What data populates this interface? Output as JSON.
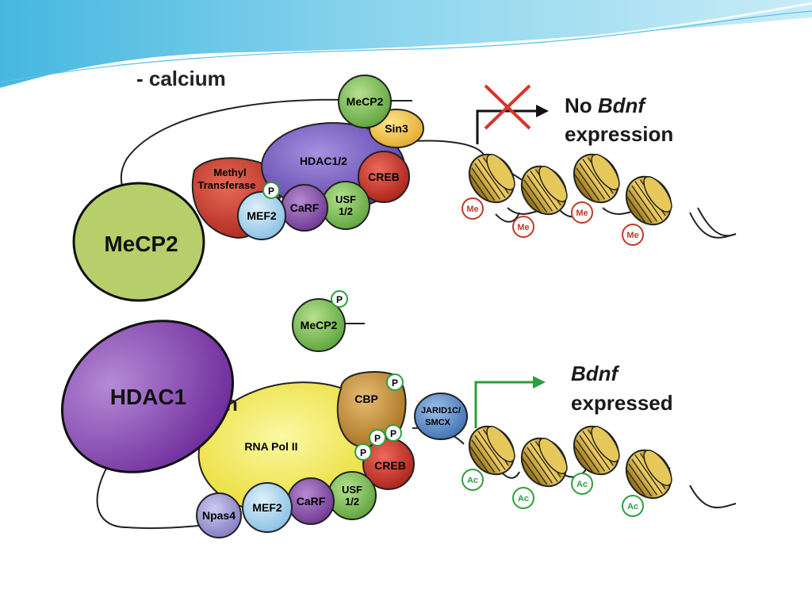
{
  "top_panel": {
    "condition_label": "- calcium",
    "outcome_line1_prefix": "No ",
    "outcome_gene": "Bdnf",
    "outcome_line2": "expression",
    "proteins": {
      "mecp2": "MeCP2",
      "sin3": "Sin3",
      "hdac": "HDAC1/2",
      "creb": "CREB",
      "methyl_line1": "Methyl",
      "methyl_line2": "Transferase",
      "phospho": "P",
      "mef2": "MEF2",
      "carf": "CaRF",
      "usf_line1": "USF",
      "usf_line2": "1/2"
    },
    "mark": "Me"
  },
  "bottom_panel": {
    "condition_label_partial": "n",
    "outcome_gene": "Bdnf",
    "outcome_line2": "expressed",
    "proteins": {
      "mecp2": "MeCP2",
      "phospho": "P",
      "cbp": "CBP",
      "jarid_line1": "JARID1C/",
      "jarid_line2": "SMCX",
      "rnapol": "RNA Pol II",
      "creb": "CREB",
      "usf_line1": "USF",
      "usf_line2": "1/2",
      "carf": "CaRF",
      "mef2": "MEF2",
      "npas4": "Npas4"
    },
    "mark": "Ac"
  },
  "callouts": {
    "mecp2": "MeCP2",
    "hdac1": "HDAC1"
  },
  "colors": {
    "mecp2_green": "#7cc04f",
    "sin3_yellow": "#f2c53d",
    "hdac_purple": "#6e56b8",
    "creb_red": "#c62f26",
    "methyl_red": "#c8372c",
    "mef2_blue": "#a9d4ee",
    "carf_purple": "#8a4fa6",
    "usf_green": "#74be4a",
    "rnapol_yellow": "#f3ea3a",
    "cbp_tan": "#c48a2c",
    "jarid_blue": "#4f84c6",
    "npas4_lavender": "#9d95d3",
    "nucleosome_gold": "#d4b03e",
    "me_red": "#c0392b",
    "ac_green": "#2e9e3e",
    "arrow_green": "#2e9e3e",
    "cross_red": "#d9352a",
    "callout_mecp2": "#b6cf6a",
    "callout_hdac1": "#7c33a6"
  }
}
